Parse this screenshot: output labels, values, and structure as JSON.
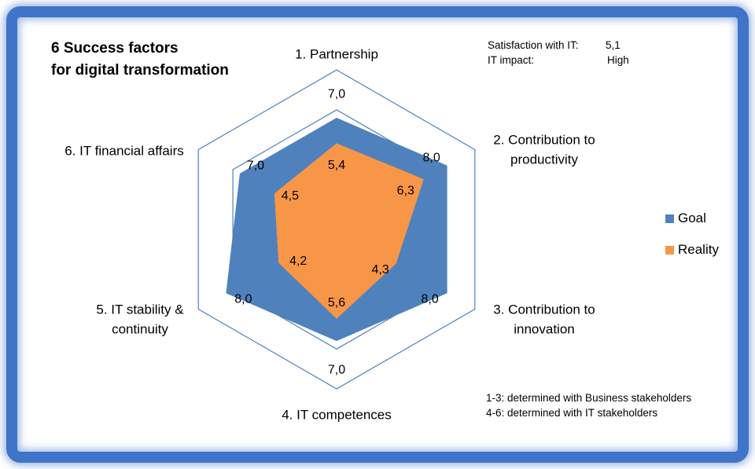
{
  "title": {
    "line1": "6 Success factors",
    "line2": "for digital transformation"
  },
  "info": {
    "satisfaction_label": "Satisfaction with IT:",
    "satisfaction_value": "5,1",
    "impact_label": "IT impact:",
    "impact_value": "High"
  },
  "notes": {
    "line1": "1-3:  determined with Business stakeholders",
    "line2": "4-6:  determined with IT stakeholders"
  },
  "colors": {
    "frame": "#3f74c9",
    "goal": "#4f81bd",
    "reality": "#f79646",
    "grid": "#4f81bd"
  },
  "chart_data": {
    "type": "radar",
    "categories": [
      [
        "1. Partnership"
      ],
      [
        "2. Contribution to",
        "productivity"
      ],
      [
        "3. Contribution to",
        "innovation"
      ],
      [
        "4. IT competences"
      ],
      [
        "5. IT stability &",
        "continuity"
      ],
      [
        "6. IT financial affairs"
      ]
    ],
    "series": [
      {
        "name": "Goal",
        "values": [
          7.0,
          8.0,
          8.0,
          7.0,
          8.0,
          7.0
        ],
        "labels": [
          "7,0",
          "8,0",
          "8,0",
          "7,0",
          "8,0",
          "7,0"
        ]
      },
      {
        "name": "Reality",
        "values": [
          5.4,
          6.3,
          4.3,
          5.6,
          4.2,
          4.5
        ],
        "labels": [
          "5,4",
          "6,3",
          "4,3",
          "5,6",
          "4,2",
          "4,5"
        ]
      }
    ],
    "rlim": [
      0,
      10
    ],
    "rings": 4,
    "legend": "right"
  }
}
